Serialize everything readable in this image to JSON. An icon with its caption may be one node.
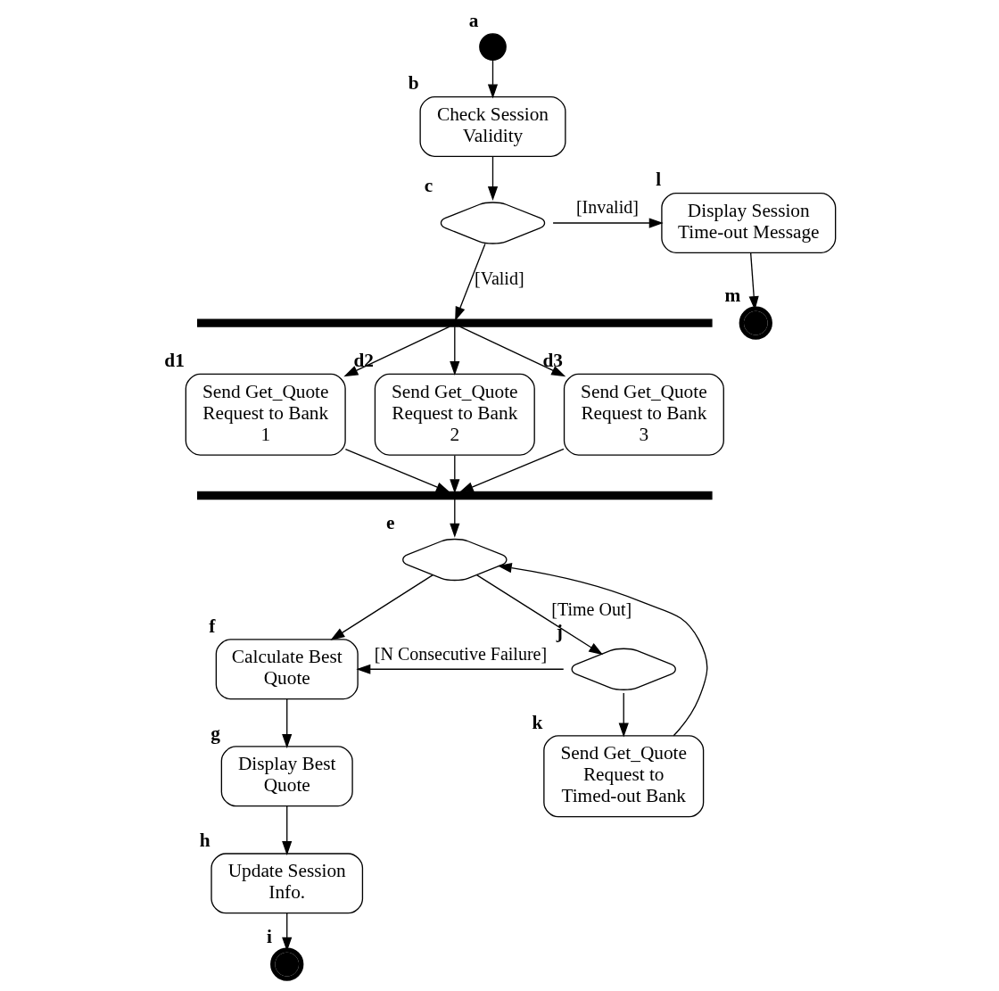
{
  "diagram": {
    "nodes": [
      {
        "text": [],
        "shape": "circle",
        "beside": [
          "a"
        ]
      },
      {
        "text": [
          "Check Session Validity"
        ],
        "beside": [
          "b"
        ]
      },
      {
        "text": [],
        "shape": "diamond",
        "beside": [
          "c"
        ]
      },
      {
        "text": [
          "Display Session Time-out Message"
        ],
        "beside": [
          "l"
        ]
      },
      {
        "text": [],
        "shape": "bar"
      },
      {
        "text": [
          "Send Get_Quote Request to Bank 1"
        ],
        "beside": [
          "d1"
        ]
      },
      {
        "text": [
          "Send Get_Quote Request to Bank 2"
        ],
        "beside": [
          "d2"
        ]
      },
      {
        "text": [
          "Send Get_Quote Request to Bank 3"
        ],
        "beside": [
          "d3"
        ]
      },
      {
        "text": [],
        "shape": "bar"
      },
      {
        "text": [],
        "shape": "bullseye",
        "beside": [
          "m"
        ]
      },
      {
        "text": [],
        "shape": "diamond",
        "beside": [
          "e"
        ]
      },
      {
        "text": [
          "Calculate Best Quote"
        ],
        "beside": [
          "f"
        ]
      },
      {
        "text": [],
        "shape": "diamond",
        "beside": [
          "j"
        ]
      },
      {
        "text": [
          "Display Best Quote"
        ],
        "beside": [
          "g"
        ]
      },
      {
        "text": [
          "Send Get_Quote Request to Timed-out Bank"
        ],
        "beside": [
          "k"
        ]
      },
      {
        "text": [
          "Update Session Info."
        ],
        "beside": [
          "h"
        ]
      },
      {
        "text": [],
        "shape": "bullseye",
        "beside": [
          "i"
        ]
      }
    ],
    "edges": [
      {
        "from": 0,
        "to": 1,
        "arrow": "to"
      },
      {
        "from": 1,
        "to": 2,
        "arrow": "to"
      },
      {
        "from": 2,
        "to": 3,
        "arrow": "to",
        "label": "[Invalid]"
      },
      {
        "from": 2,
        "to": 4,
        "arrow": "to",
        "label": "[Valid]"
      },
      {
        "from": 4,
        "to": 5,
        "arrow": "to"
      },
      {
        "from": 4,
        "to": 6,
        "arrow": "to"
      },
      {
        "from": 4,
        "to": 7,
        "arrow": "to"
      },
      {
        "from": 5,
        "to": 8,
        "arrow": "to"
      },
      {
        "from": 6,
        "to": 8,
        "arrow": "to"
      },
      {
        "from": 7,
        "to": 8,
        "arrow": "to"
      },
      {
        "from": 3,
        "to": 9,
        "arrow": "to"
      },
      {
        "from": 8,
        "to": 10,
        "arrow": "to"
      },
      {
        "from": 10,
        "to": 11,
        "arrow": "to"
      },
      {
        "from": 10,
        "to": 12,
        "arrow": "to",
        "label": "[Time Out]"
      },
      {
        "from": 12,
        "to": 11,
        "arrow": "to",
        "label": "[N Consecutive Failure]"
      },
      {
        "from": 12,
        "to": 14,
        "arrow": "to"
      },
      {
        "from": 14,
        "to": 10,
        "arrow": "to"
      },
      {
        "from": 11,
        "to": 13,
        "arrow": "to"
      },
      {
        "from": 13,
        "to": 15,
        "arrow": "to"
      },
      {
        "from": 15,
        "to": 16,
        "arrow": "to"
      }
    ]
  }
}
